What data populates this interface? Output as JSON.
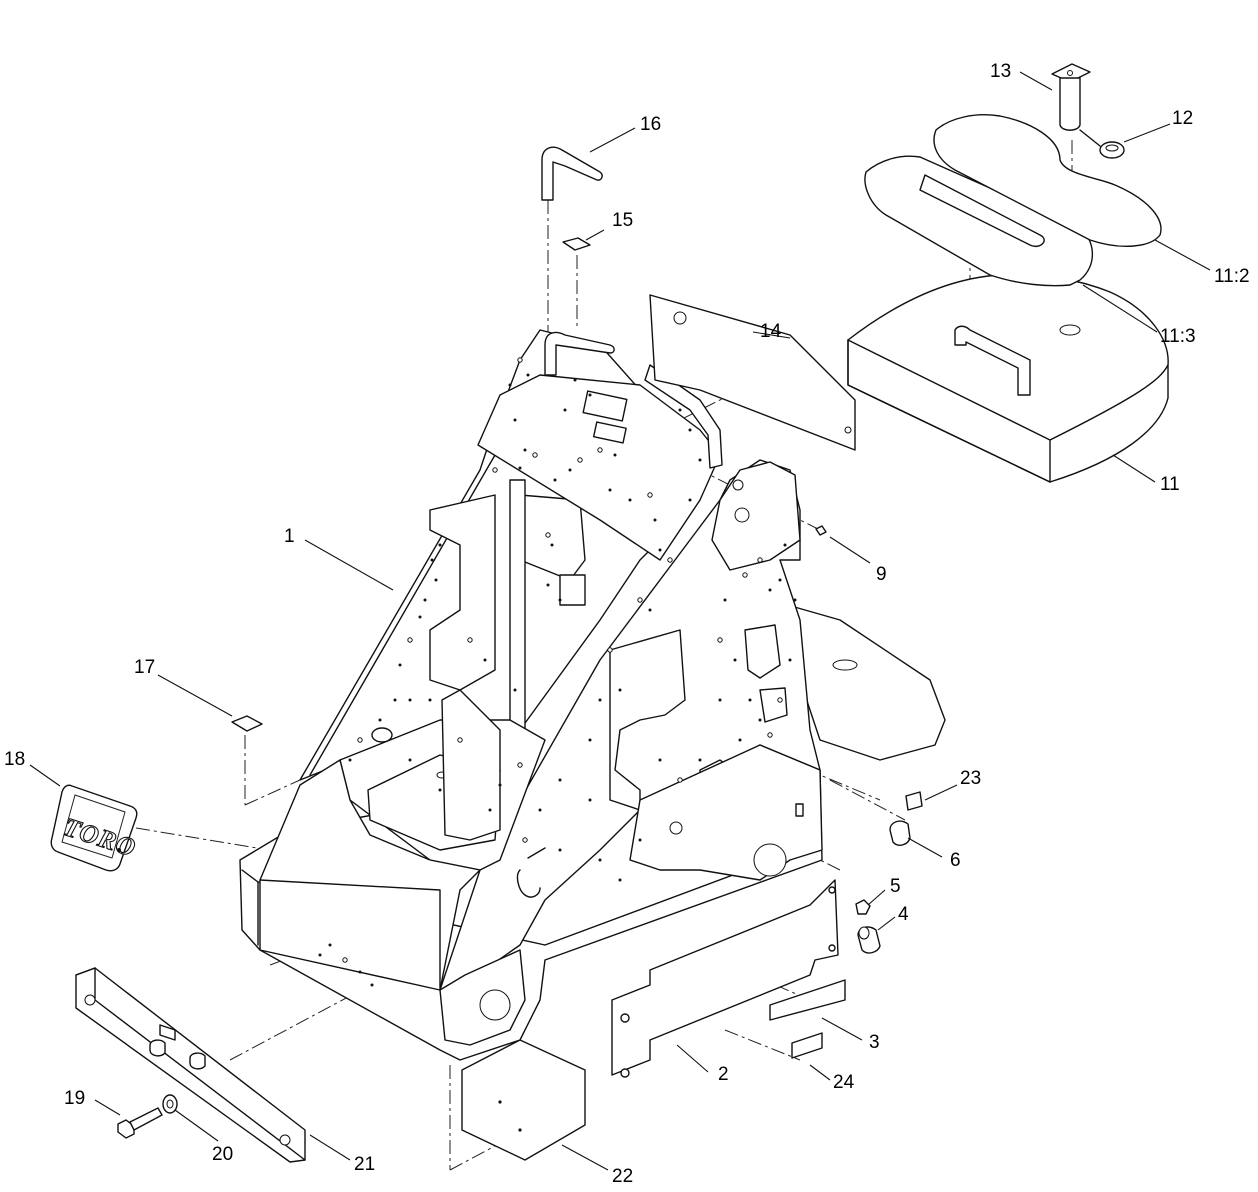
{
  "logo": {
    "text": "TORO"
  },
  "callouts": [
    {
      "id": "1",
      "label": "1"
    },
    {
      "id": "2",
      "label": "2"
    },
    {
      "id": "3",
      "label": "3"
    },
    {
      "id": "4",
      "label": "4"
    },
    {
      "id": "5",
      "label": "5"
    },
    {
      "id": "6",
      "label": "6"
    },
    {
      "id": "9",
      "label": "9"
    },
    {
      "id": "11",
      "label": "11"
    },
    {
      "id": "11-2",
      "label": "11:2"
    },
    {
      "id": "11-3",
      "label": "11:3"
    },
    {
      "id": "12",
      "label": "12"
    },
    {
      "id": "13",
      "label": "13"
    },
    {
      "id": "14",
      "label": "14"
    },
    {
      "id": "15",
      "label": "15"
    },
    {
      "id": "16",
      "label": "16"
    },
    {
      "id": "17",
      "label": "17"
    },
    {
      "id": "18",
      "label": "18"
    },
    {
      "id": "19",
      "label": "19"
    },
    {
      "id": "20",
      "label": "20"
    },
    {
      "id": "21",
      "label": "21"
    },
    {
      "id": "22",
      "label": "22"
    },
    {
      "id": "23",
      "label": "23"
    },
    {
      "id": "24",
      "label": "24"
    }
  ]
}
